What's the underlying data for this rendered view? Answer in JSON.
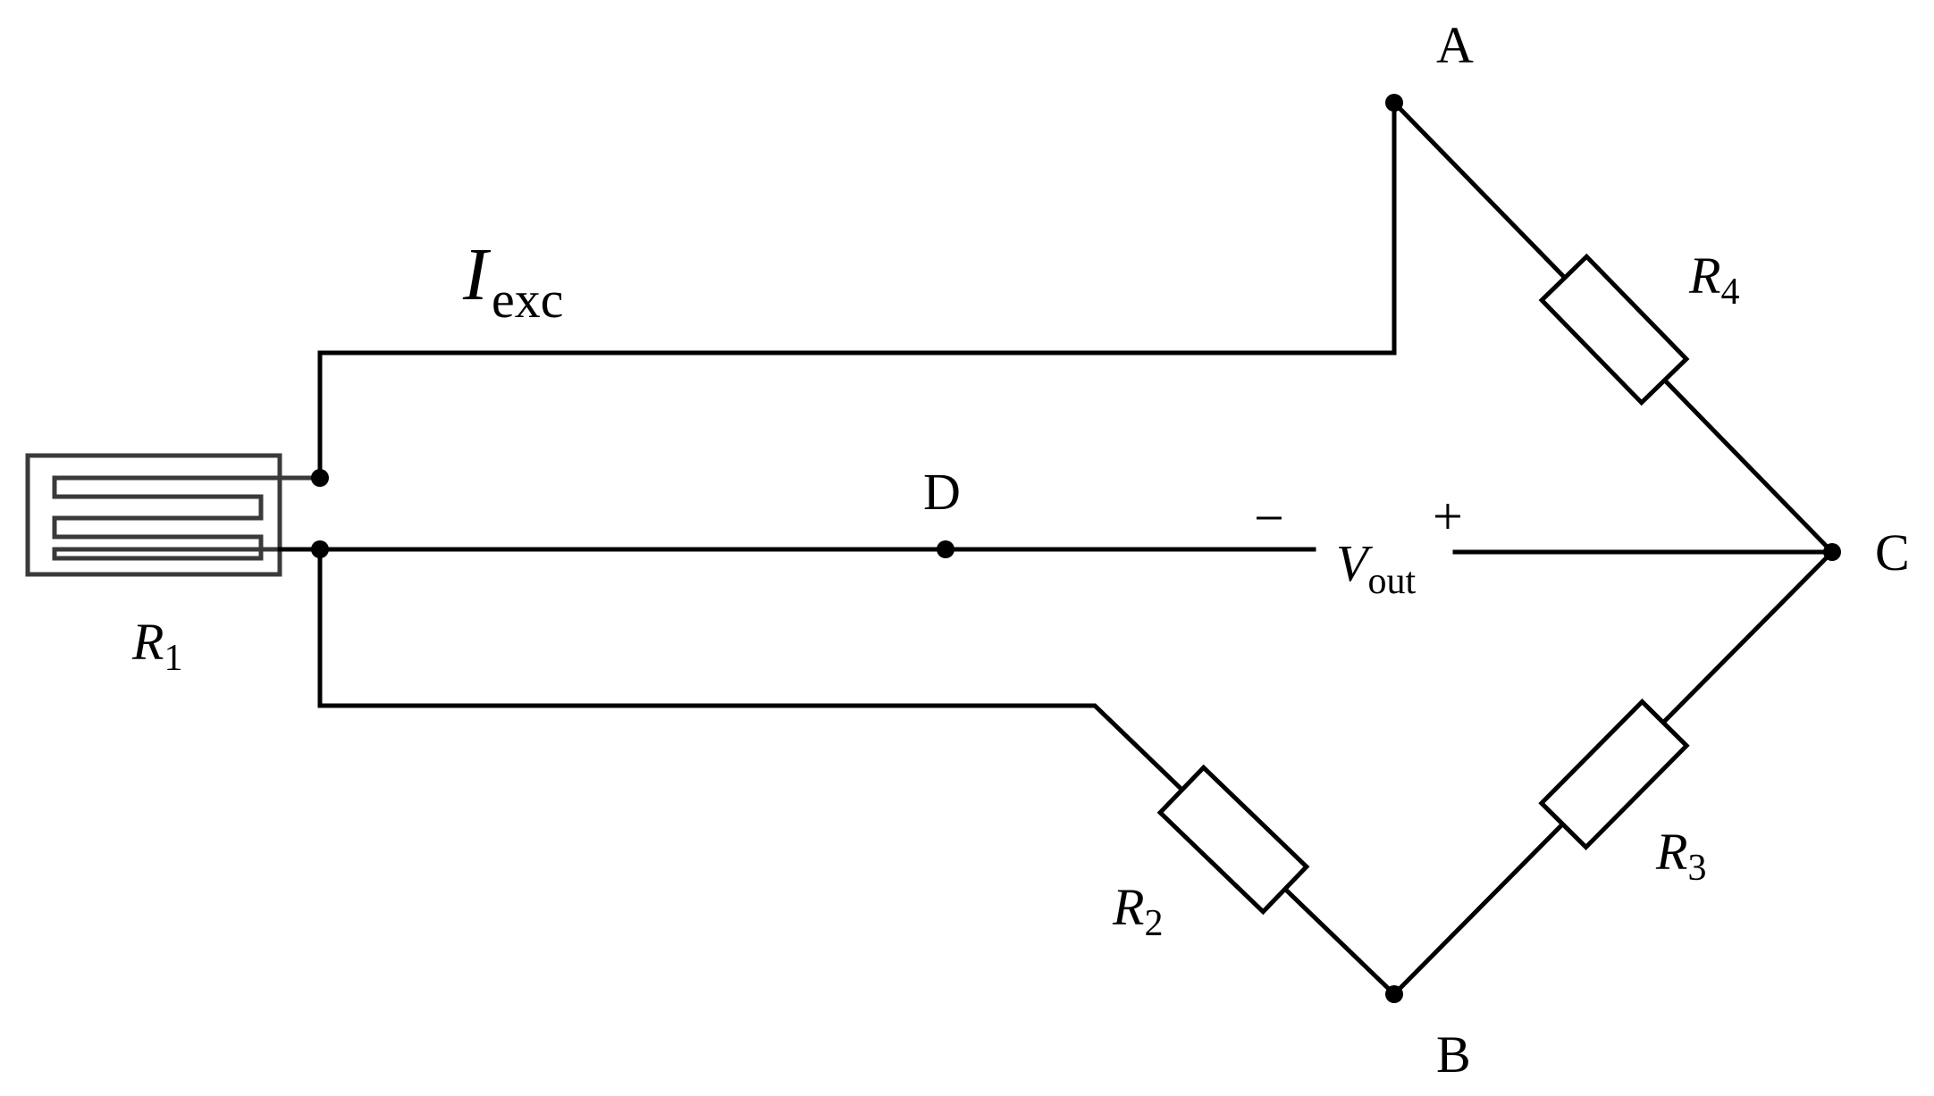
{
  "nodes": {
    "a": "A",
    "b": "B",
    "c": "C",
    "d": "D"
  },
  "resistors": {
    "r1": {
      "main": "R",
      "sub": "1"
    },
    "r2": {
      "main": "R",
      "sub": "2"
    },
    "r3": {
      "main": "R",
      "sub": "3"
    },
    "r4": {
      "main": "R",
      "sub": "4"
    }
  },
  "current": {
    "main": "I",
    "sub": "exc"
  },
  "output": {
    "main": "V",
    "sub": "out",
    "minus": "−",
    "plus": "+"
  }
}
